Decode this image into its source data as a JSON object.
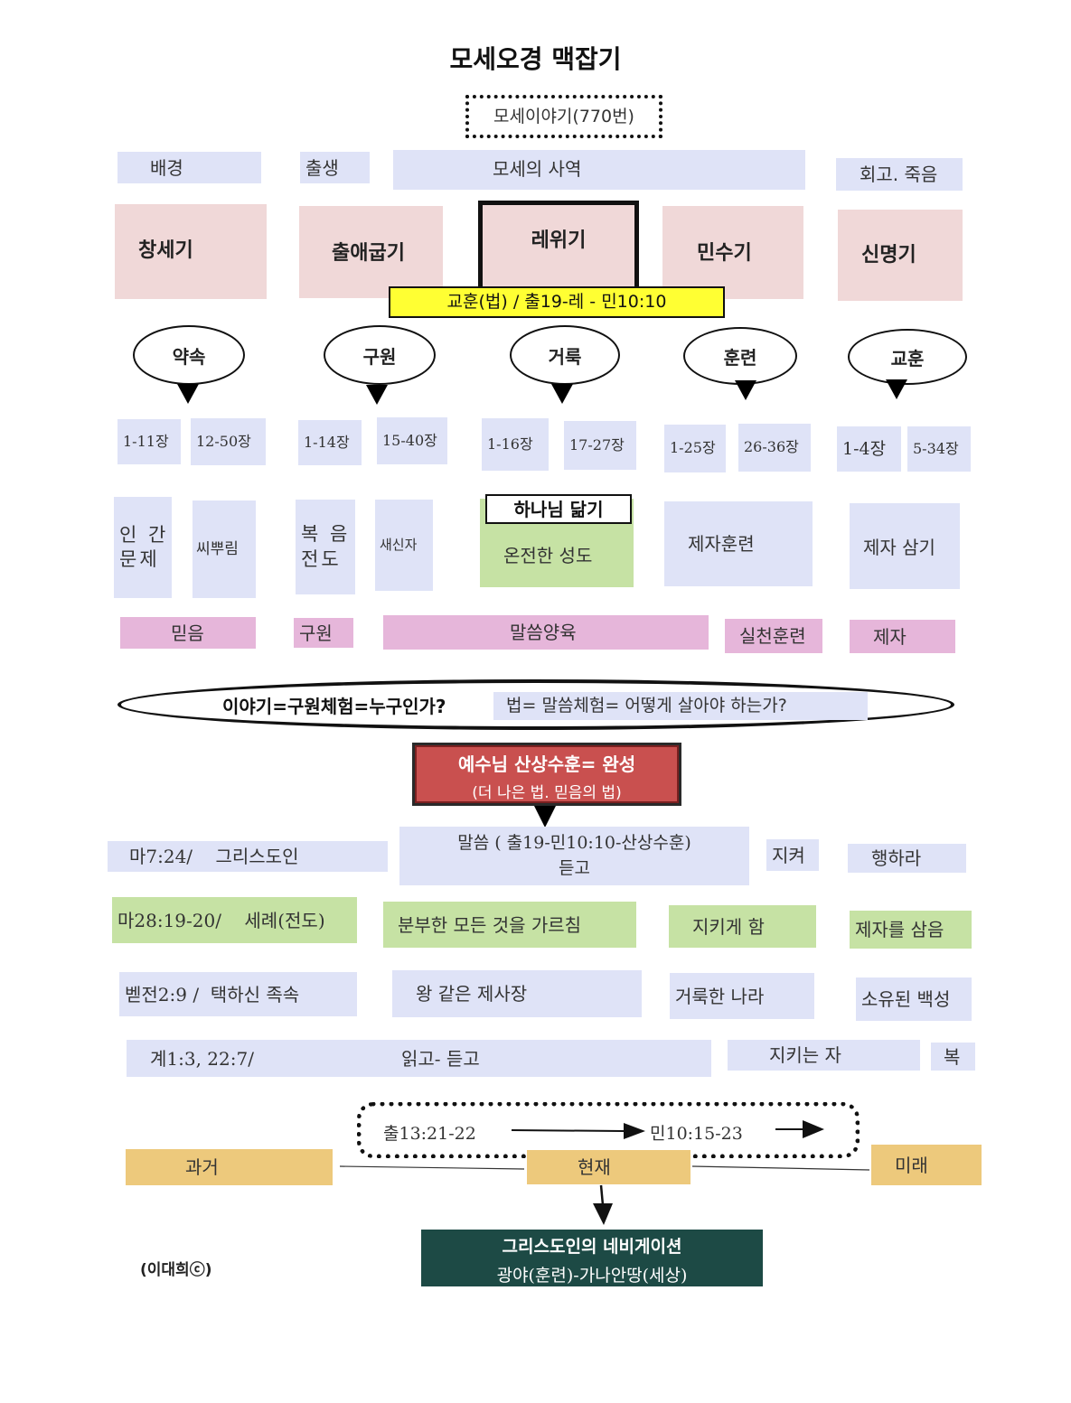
{
  "title": "모세오경 맥잡기",
  "top_box": "모세이야기(770번)",
  "sections": {
    "background": "배경",
    "birth": "출생",
    "ministry": "모세의 사역",
    "reflection": "회고. 죽음"
  },
  "books": [
    "창세기",
    "출애굽기",
    "레위기",
    "민수기",
    "신명기"
  ],
  "law_banner": "교훈(법) / 출19-레 - 민10:10",
  "themes": [
    "약속",
    "구원",
    "거룩",
    "훈련",
    "교훈"
  ],
  "chapters": [
    "1-11장",
    "12-50장",
    "1-14장",
    "15-40장",
    "1-16장",
    "17-27장",
    "1-25장",
    "26-36장",
    "1-4장",
    "5-34장"
  ],
  "topics": {
    "human_problem": "인 간\n문제",
    "seed": "씨뿌림",
    "gospel": "복 음\n전도",
    "new_creature": "새신자",
    "likeness_title": "하나님 닮기",
    "whole_saint": "온전한 성도",
    "disciple_training": "제자훈련",
    "make_disciple": "제자 삼기"
  },
  "stages": [
    "믿음",
    "구원",
    "말씀양육",
    "실천훈련",
    "제자"
  ],
  "summary": {
    "story": "이야기=구원체험=누구인가?",
    "law": "법= 말씀체험= 어떻게 살아야 하는가?"
  },
  "jesus_box": {
    "line1": "예수님 산상수훈= 완성",
    "line2": "(더 나은 법. 믿음의 법)"
  },
  "rows": {
    "r1": [
      "마7:24/    그리스도인",
      "말씀 ( 출19-민10:10-산상수훈)\n듣고",
      "지켜",
      "행하라"
    ],
    "r2": [
      "마28:19-20/    세례(전도)",
      "분부한 모든 것을 가르침",
      "지키게 함",
      "제자를 삼음"
    ],
    "r3": [
      "벧전2:9 /  택하신 족속",
      "왕 같은 제사장",
      "거룩한 나라",
      "소유된 백성"
    ],
    "r4": [
      "계1:3, 22:7/",
      "읽고- 듣고",
      "지키는 자",
      "복"
    ]
  },
  "timeline": {
    "journey_from": "출13:21-22",
    "journey_to": "민10:15-23",
    "past": "과거",
    "present": "현재",
    "future": "미래"
  },
  "nav_box": {
    "line1": "그리스도인의 네비게이션",
    "line2": "광야(훈련)-가나안땅(세상)"
  },
  "author": "(이대희ⓒ)",
  "colors": {
    "lavender": "#dfe3f7",
    "pink": "#f0d8d8",
    "magenta": "#e6b6da",
    "green": "#c6e2a4",
    "gold": "#edc97c",
    "yellow": "#ffff33",
    "red": "#c9504f",
    "teal": "#1d4a45"
  }
}
